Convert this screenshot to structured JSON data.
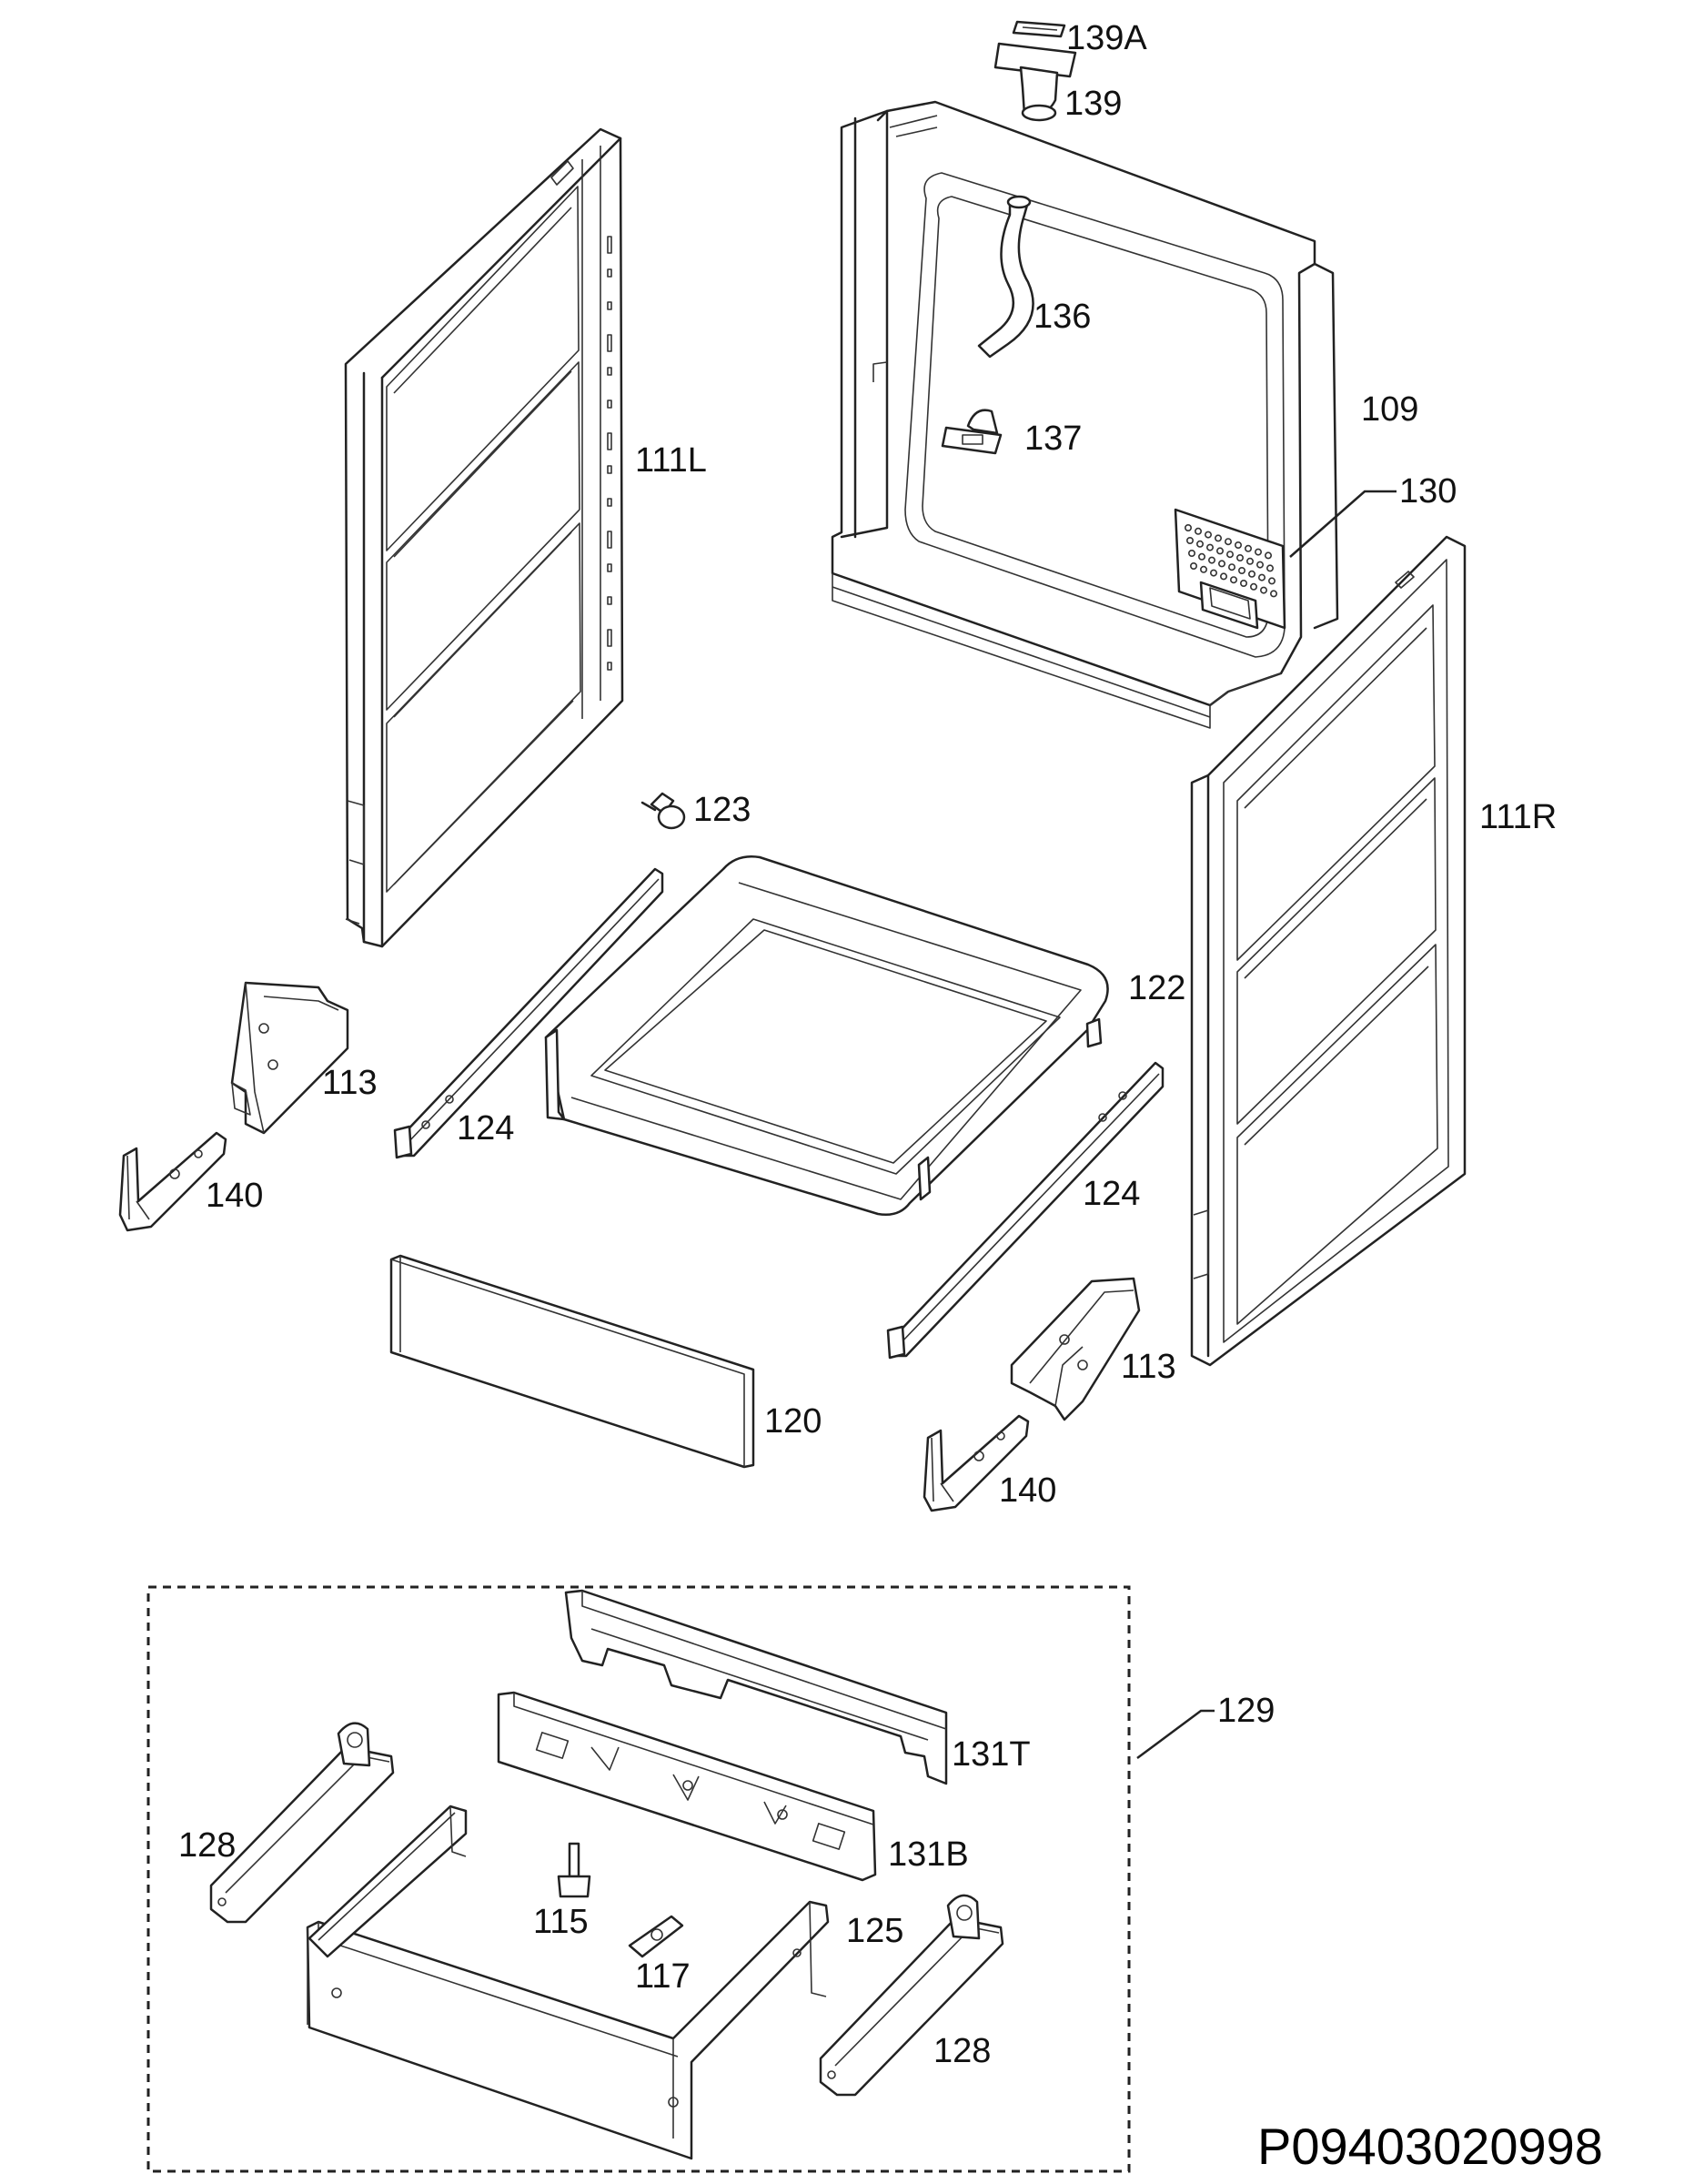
{
  "diagram": {
    "drawing_code": "P09403020998",
    "assembly_label": "129",
    "labels": {
      "l139a": "139A",
      "l139": "139",
      "l136": "136",
      "l137": "137",
      "l109": "109",
      "l130": "130",
      "l111l": "111L",
      "l111r": "111R",
      "l123": "123",
      "l122": "122",
      "l113a": "113",
      "l113b": "113",
      "l124a": "124",
      "l124b": "124",
      "l140a": "140",
      "l140b": "140",
      "l120": "120",
      "l131t": "131T",
      "l131b": "131B",
      "l128a": "128",
      "l128b": "128",
      "l115": "115",
      "l117": "117",
      "l125": "125"
    }
  }
}
